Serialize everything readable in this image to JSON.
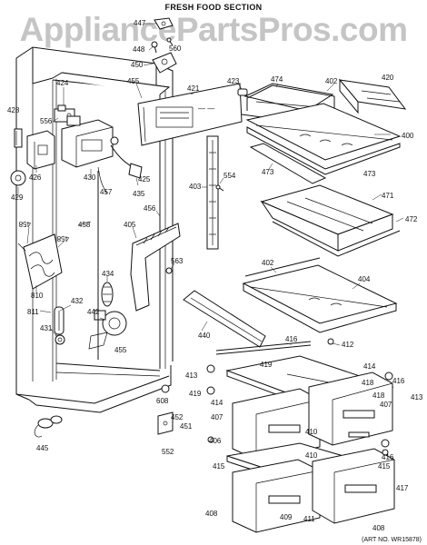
{
  "title": "FRESH FOOD SECTION",
  "watermark": "AppliancePartsPros.com",
  "art_no": "(ART NO. WR15878)",
  "labels": [
    "447",
    "560",
    "448",
    "450",
    "455",
    "421",
    "423",
    "474",
    "402",
    "420",
    "424",
    "428",
    "556",
    "426",
    "429",
    "430",
    "457",
    "425",
    "435",
    "403",
    "554",
    "473",
    "400",
    "471",
    "472",
    "412",
    "458",
    "405",
    "563",
    "434",
    "810",
    "811",
    "432",
    "431",
    "442",
    "456",
    "404",
    "440",
    "416",
    "419",
    "413",
    "414",
    "418",
    "407",
    "608",
    "452",
    "451",
    "552",
    "445",
    "406",
    "410",
    "415",
    "417",
    "408",
    "409",
    "411"
  ]
}
